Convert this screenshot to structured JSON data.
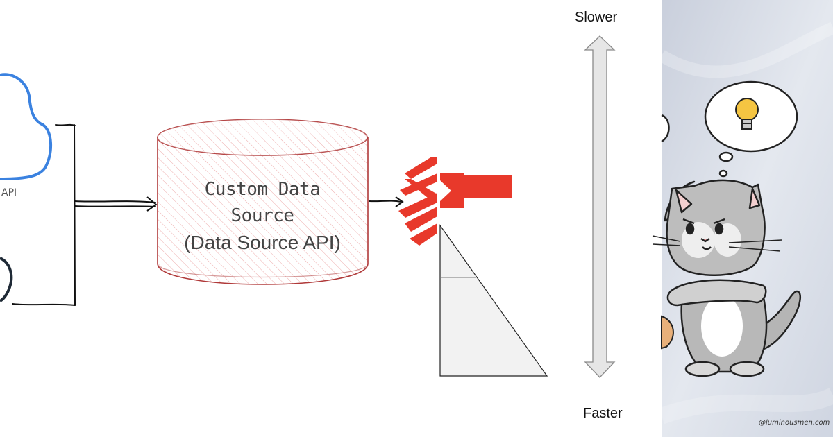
{
  "left_diagram": {
    "cloud_label": "API",
    "database_label_line1": "Custom Data",
    "database_label_line2": "Source",
    "database_label_line3": "(Data Source API)"
  },
  "middle_diagram": {
    "top_label": "Slower",
    "bottom_label": "Faster"
  },
  "right_illustration": {
    "credit": "@luminousmen.com"
  },
  "colors": {
    "cloud_outline": "#3b82e0",
    "database_hatch": "#d9534f",
    "brand_red": "#e8392b",
    "arrow_gray": "#d8d8d8",
    "panel_bg": "#d9dee8"
  }
}
